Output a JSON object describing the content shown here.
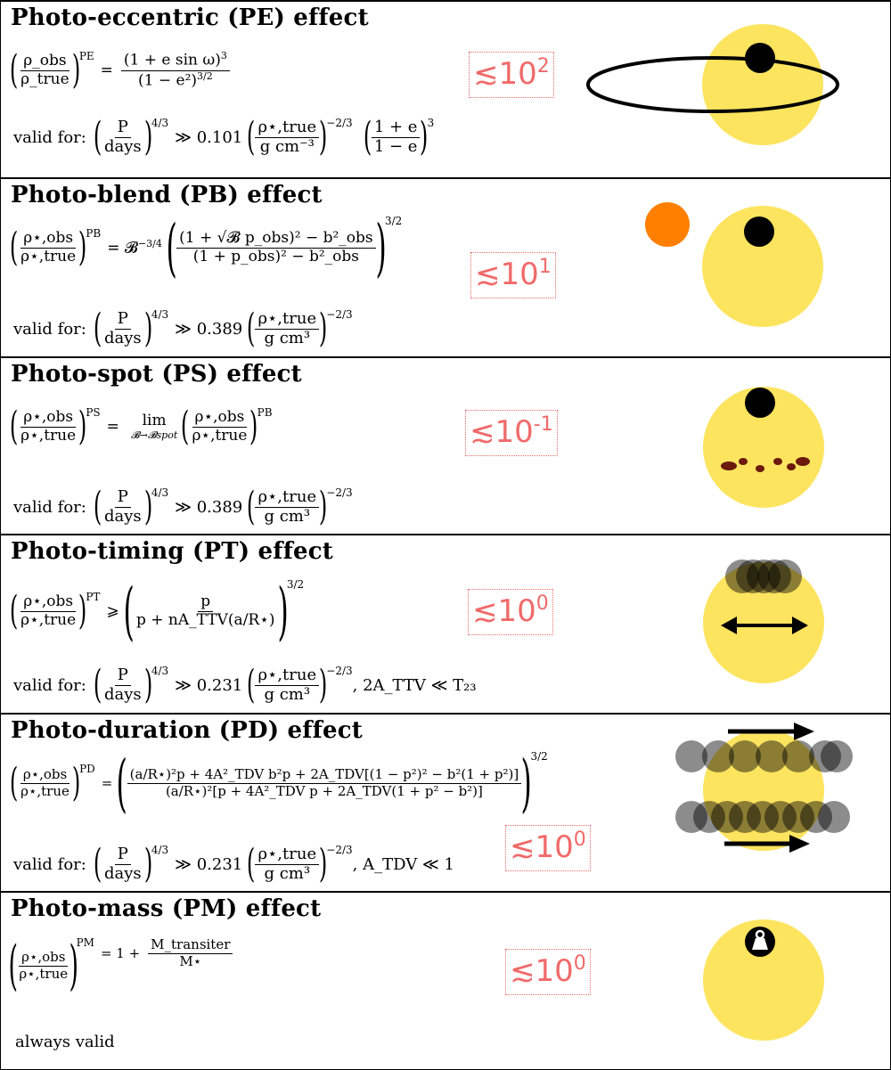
{
  "colors": {
    "star": "#fde45f",
    "planet": "#000000",
    "companion": "#ff7f00",
    "spot": "#6b1a0c",
    "badge": "#f06a6a"
  },
  "panels": [
    {
      "title": "Photo-eccentric (PE) effect",
      "eq_sup": "PE",
      "eq_num": "(1 + e sin ω)",
      "eq_num_sup": "3",
      "eq_den": "(1 − e²)",
      "eq_den_sup": "3/2",
      "valid_prefix": "valid for:",
      "valid_coef": "≫ 0.101",
      "badge_base": "≲10",
      "badge_exp": "2"
    },
    {
      "title": "Photo-blend (PB) effect",
      "eq_sup": "PB",
      "eq_prefactor": "= 𝓑",
      "eq_prefactor_sup": "−3/4",
      "eq_num": "(1 + √𝓑 p_obs)² − b²_obs",
      "eq_den": "(1 + p_obs)² − b²_obs",
      "eq_outer_sup": "3/2",
      "valid_prefix": "valid for:",
      "valid_coef": "≫ 0.389",
      "badge_base": "≲10",
      "badge_exp": "1"
    },
    {
      "title": "Photo-spot (PS) effect",
      "eq_sup": "PS",
      "eq_lim": "lim",
      "eq_lim_sub": "𝓑→𝓑spot",
      "eq_inner_sup": "PB",
      "valid_prefix": "valid for:",
      "valid_coef": "≫ 0.389",
      "badge_base": "≲10",
      "badge_exp": "-1"
    },
    {
      "title": "Photo-timing (PT) effect",
      "eq_sup": "PT",
      "eq_rel": "⩾",
      "eq_num": "p",
      "eq_den": "p + nA_TTV(a/R⋆)",
      "eq_outer_sup": "3/2",
      "valid_prefix": "valid for:",
      "valid_coef": "≫ 0.231",
      "valid_extra": ", 2A_TTV ≪ T₂₃",
      "badge_base": "≲10",
      "badge_exp": "0"
    },
    {
      "title": "Photo-duration (PD) effect",
      "eq_sup": "PD",
      "eq_num": "(a/R⋆)²p + 4A²_TDV b²p + 2A_TDV[(1 − p²)² − b²(1 + p²)]",
      "eq_den": "(a/R⋆)²[p + 4A²_TDV p + 2A_TDV(1 + p² − b²)]",
      "eq_outer_sup": "3/2",
      "valid_prefix": "valid for:",
      "valid_coef": "≫ 0.231",
      "valid_extra": ", A_TDV ≪ 1",
      "badge_base": "≲10",
      "badge_exp": "0"
    },
    {
      "title": "Photo-mass (PM) effect",
      "eq_sup": "PM",
      "eq_rhs": "= 1 +",
      "eq_num": "M_transiter",
      "eq_den": "M⋆",
      "always_valid": "always valid",
      "badge_base": "≲10",
      "badge_exp": "0"
    }
  ],
  "symbols": {
    "rho_obs": "ρ_obs",
    "rho_true": "ρ_true",
    "rho_star_obs": "ρ⋆,obs",
    "rho_star_true": "ρ⋆,true",
    "P": "P",
    "days": "days",
    "P_exp": "4/3",
    "rho_exp": "−2/3",
    "unit_cm3": "g cm³",
    "unit_cm_minus3": "g cm⁻³",
    "e_num": "1 + e",
    "e_den": "1 − e",
    "e_exp": "3"
  }
}
